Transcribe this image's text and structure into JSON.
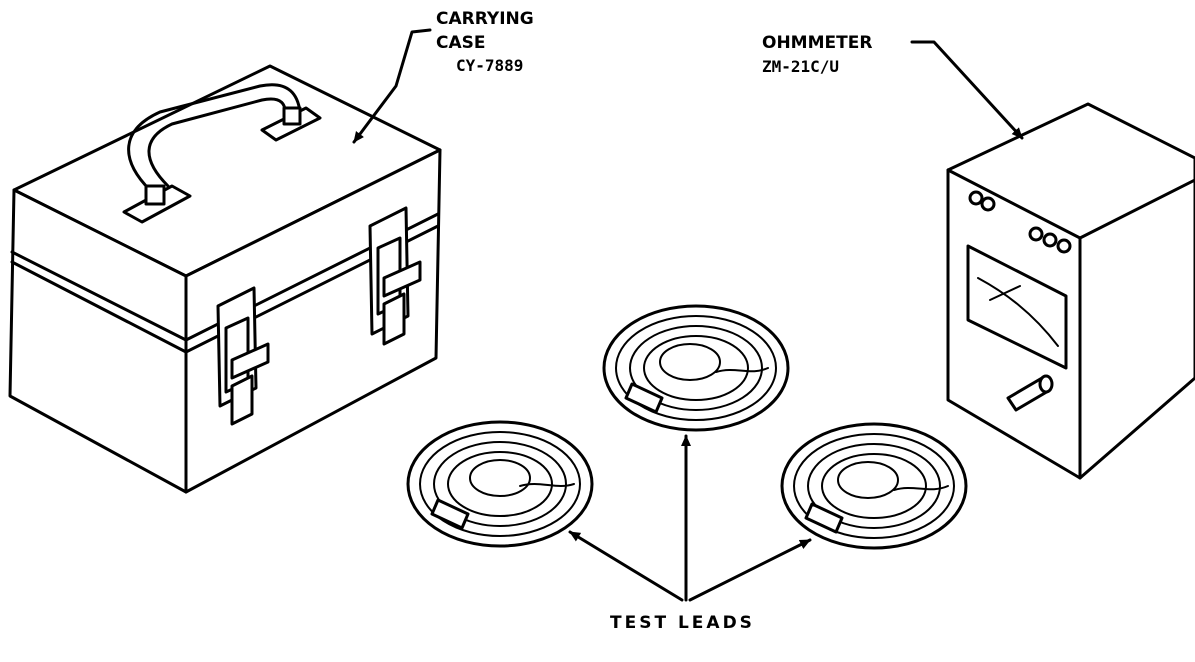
{
  "labels": {
    "case_line1": "CARRYING",
    "case_line2": "CASE",
    "case_model": "CY-7889",
    "meter_name": "OHMMETER",
    "meter_model": "ZM-21C/U",
    "leads": "TEST LEADS"
  }
}
